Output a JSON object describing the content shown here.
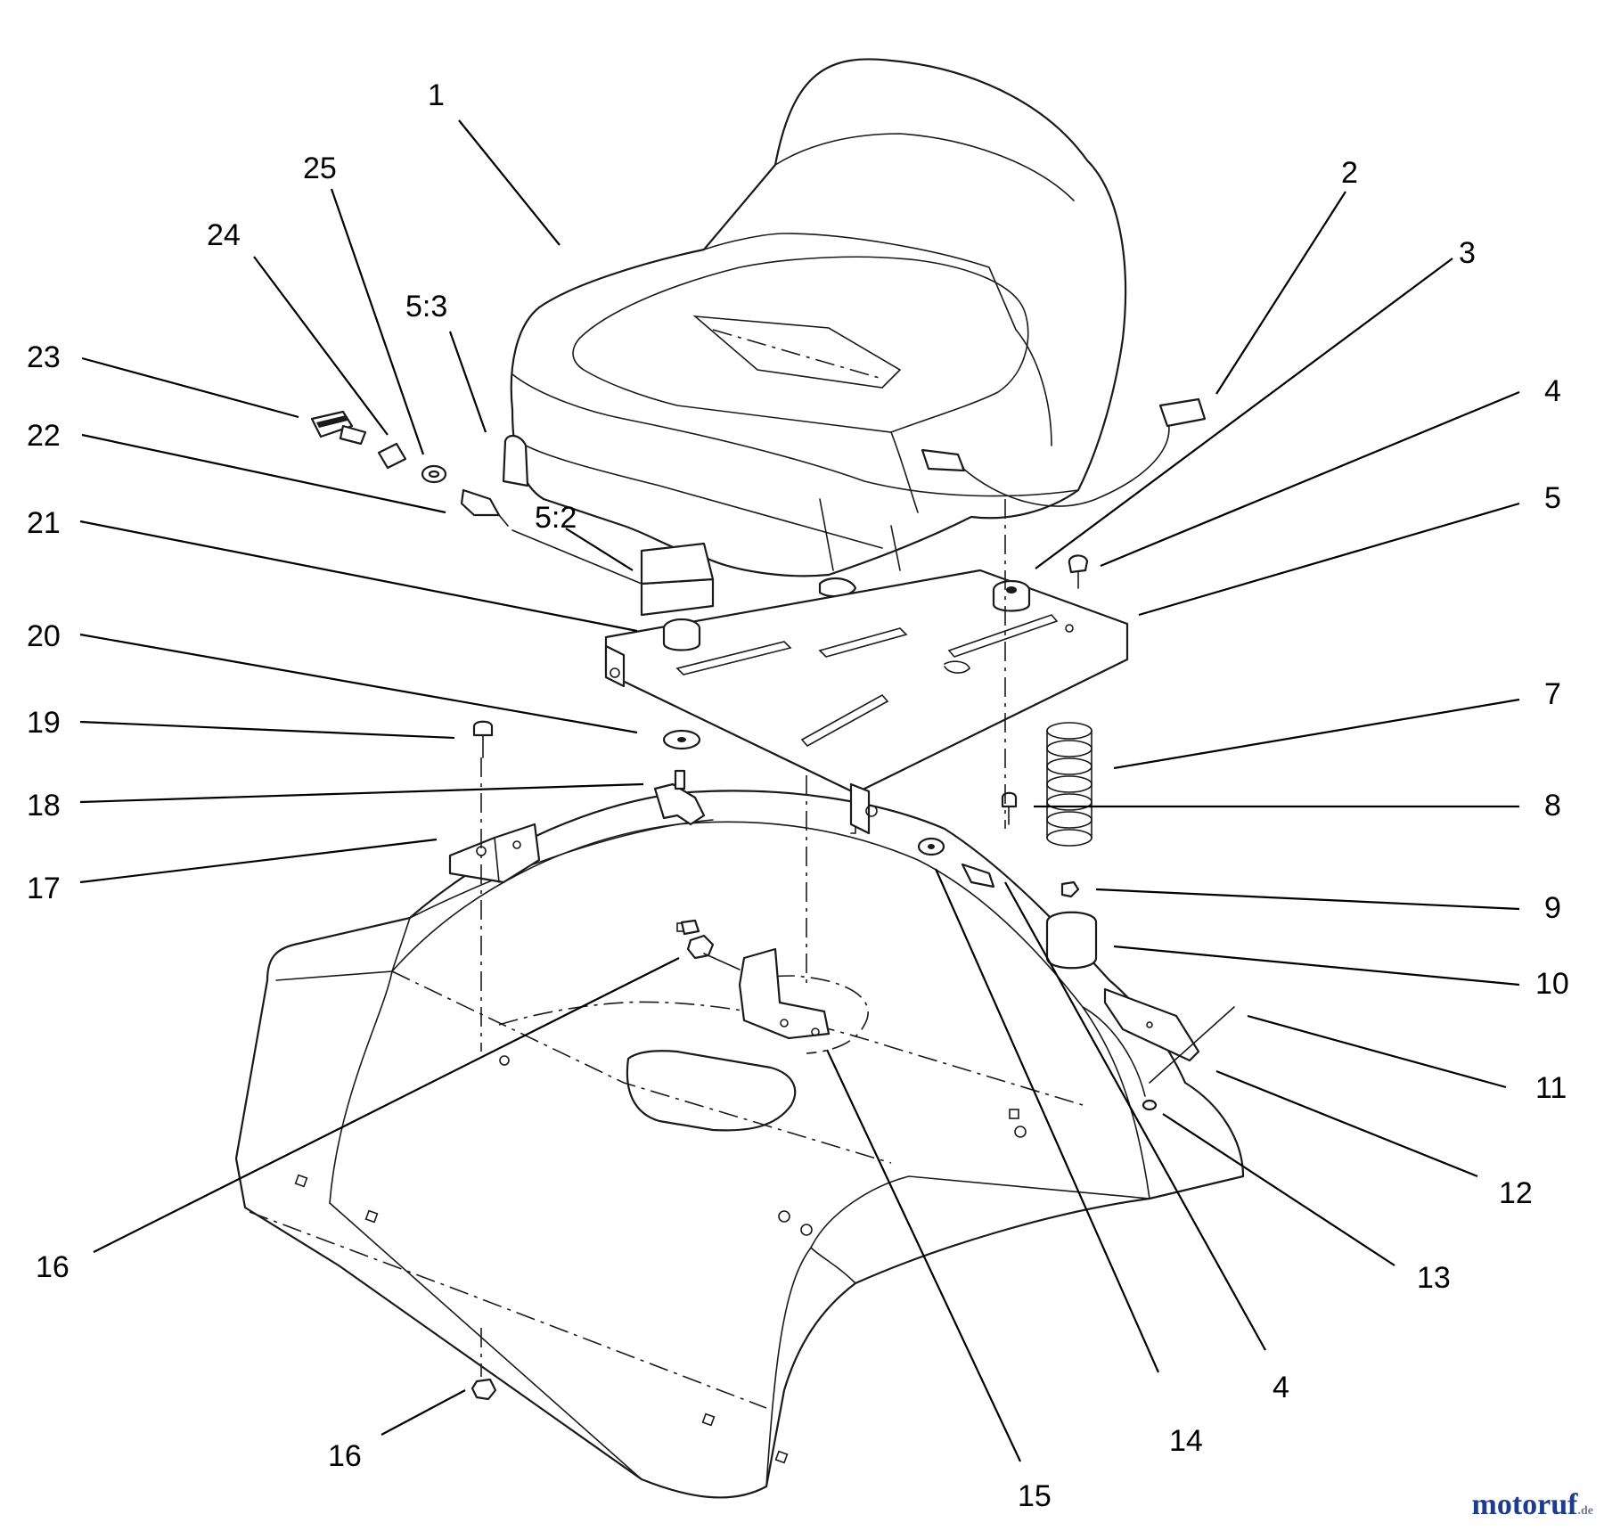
{
  "callouts": [
    {
      "id": "c1",
      "text": "1"
    },
    {
      "id": "c2",
      "text": "2"
    },
    {
      "id": "c3",
      "text": "3"
    },
    {
      "id": "c4a",
      "text": "4"
    },
    {
      "id": "c5",
      "text": "5"
    },
    {
      "id": "c7",
      "text": "7"
    },
    {
      "id": "c8",
      "text": "8"
    },
    {
      "id": "c9",
      "text": "9"
    },
    {
      "id": "c10",
      "text": "10"
    },
    {
      "id": "c11",
      "text": "11"
    },
    {
      "id": "c12",
      "text": "12"
    },
    {
      "id": "c13",
      "text": "13"
    },
    {
      "id": "c4b",
      "text": "4"
    },
    {
      "id": "c14",
      "text": "14"
    },
    {
      "id": "c15",
      "text": "15"
    },
    {
      "id": "c16a",
      "text": "16"
    },
    {
      "id": "c16b",
      "text": "16"
    },
    {
      "id": "c17",
      "text": "17"
    },
    {
      "id": "c18",
      "text": "18"
    },
    {
      "id": "c19",
      "text": "19"
    },
    {
      "id": "c20",
      "text": "20"
    },
    {
      "id": "c21",
      "text": "21"
    },
    {
      "id": "c22",
      "text": "22"
    },
    {
      "id": "c23",
      "text": "23"
    },
    {
      "id": "c24",
      "text": "24"
    },
    {
      "id": "c25",
      "text": "25"
    },
    {
      "id": "c53",
      "text": "5:3"
    },
    {
      "id": "c52",
      "text": "5:2"
    }
  ],
  "watermark": {
    "brand": "motoruf",
    "tld": ".de"
  },
  "colors": {
    "line": "#1a1a1a",
    "watermark": "#1c3c8c"
  }
}
